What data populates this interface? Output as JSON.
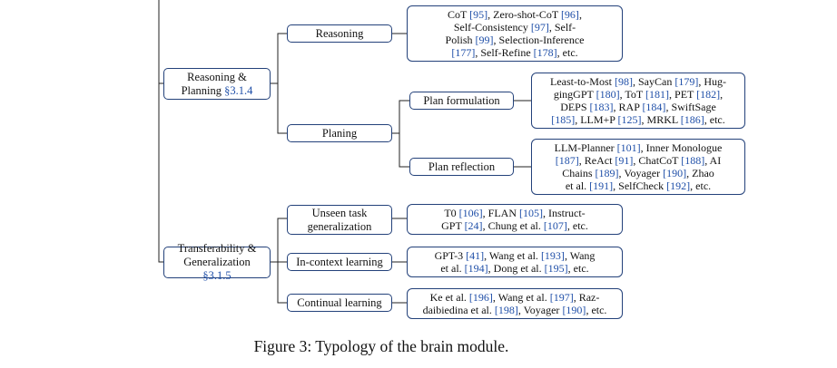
{
  "figure": {
    "caption": "Figure 3: Typology of the brain module."
  },
  "colors": {
    "box_border": "#23417a",
    "line": "#222222",
    "citation": "#1f4fa8"
  },
  "tree": {
    "reasoning_planning": {
      "label": "Reasoning &",
      "label2": "Planning ",
      "section": "§3.1.4",
      "children": {
        "reasoning": {
          "label": "Reasoning",
          "leaf": [
            [
              [
                "CoT ",
                ""
              ],
              [
                "[95]",
                "c"
              ],
              [
                ", Zero-shot-CoT ",
                ""
              ],
              [
                "[96]",
                "c"
              ],
              [
                ",",
                ""
              ]
            ],
            [
              [
                "Self-Consistency ",
                ""
              ],
              [
                "[97]",
                "c"
              ],
              [
                ", Self-",
                ""
              ]
            ],
            [
              [
                "Polish ",
                ""
              ],
              [
                "[99]",
                "c"
              ],
              [
                ", Selection-Inference",
                ""
              ]
            ],
            [
              [
                "[177]",
                "c"
              ],
              [
                ", Self-Refine ",
                ""
              ],
              [
                "[178]",
                "c"
              ],
              [
                ", etc.",
                ""
              ]
            ]
          ]
        },
        "planing": {
          "label": "Planing",
          "children": {
            "plan_formulation": {
              "label": "Plan formulation",
              "leaf": [
                [
                  [
                    "Least-to-Most ",
                    ""
                  ],
                  [
                    "[98]",
                    "c"
                  ],
                  [
                    ", SayCan ",
                    ""
                  ],
                  [
                    "[179]",
                    "c"
                  ],
                  [
                    ", Hug-",
                    ""
                  ]
                ],
                [
                  [
                    "gingGPT ",
                    ""
                  ],
                  [
                    "[180]",
                    "c"
                  ],
                  [
                    ", ToT ",
                    ""
                  ],
                  [
                    "[181]",
                    "c"
                  ],
                  [
                    ", PET ",
                    ""
                  ],
                  [
                    "[182]",
                    "c"
                  ],
                  [
                    ",",
                    ""
                  ]
                ],
                [
                  [
                    "DEPS ",
                    ""
                  ],
                  [
                    "[183]",
                    "c"
                  ],
                  [
                    ", RAP ",
                    ""
                  ],
                  [
                    "[184]",
                    "c"
                  ],
                  [
                    ", SwiftSage",
                    ""
                  ]
                ],
                [
                  [
                    "[185]",
                    "c"
                  ],
                  [
                    ", LLM+P ",
                    ""
                  ],
                  [
                    "[125]",
                    "c"
                  ],
                  [
                    ", MRKL ",
                    ""
                  ],
                  [
                    "[186]",
                    "c"
                  ],
                  [
                    ", etc.",
                    ""
                  ]
                ]
              ]
            },
            "plan_reflection": {
              "label": "Plan reflection",
              "leaf": [
                [
                  [
                    "LLM-Planner ",
                    ""
                  ],
                  [
                    "[101]",
                    "c"
                  ],
                  [
                    ", Inner Monologue",
                    ""
                  ]
                ],
                [
                  [
                    "[187]",
                    "c"
                  ],
                  [
                    ", ReAct ",
                    ""
                  ],
                  [
                    "[91]",
                    "c"
                  ],
                  [
                    ", ChatCoT ",
                    ""
                  ],
                  [
                    "[188]",
                    "c"
                  ],
                  [
                    ", AI",
                    ""
                  ]
                ],
                [
                  [
                    "Chains ",
                    ""
                  ],
                  [
                    "[189]",
                    "c"
                  ],
                  [
                    ", Voyager ",
                    ""
                  ],
                  [
                    "[190]",
                    "c"
                  ],
                  [
                    ", Zhao",
                    ""
                  ]
                ],
                [
                  [
                    "et al. ",
                    ""
                  ],
                  [
                    "[191]",
                    "c"
                  ],
                  [
                    ", SelfCheck ",
                    ""
                  ],
                  [
                    "[192]",
                    "c"
                  ],
                  [
                    ", etc.",
                    ""
                  ]
                ]
              ]
            }
          }
        }
      }
    },
    "transferability": {
      "label": "Transferability &",
      "label2": "Generalization ",
      "section": "§3.1.5",
      "children": {
        "unseen": {
          "label": "Unseen task\ngeneralization",
          "leaf": [
            [
              [
                "T0 ",
                ""
              ],
              [
                "[106]",
                "c"
              ],
              [
                ", FLAN ",
                ""
              ],
              [
                "[105]",
                "c"
              ],
              [
                ", Instruct-",
                ""
              ]
            ],
            [
              [
                "GPT ",
                ""
              ],
              [
                "[24]",
                "c"
              ],
              [
                ", Chung et al. ",
                ""
              ],
              [
                "[107]",
                "c"
              ],
              [
                ", etc.",
                ""
              ]
            ]
          ]
        },
        "in_context": {
          "label": "In-context learning",
          "leaf": [
            [
              [
                "GPT-3 ",
                ""
              ],
              [
                "[41]",
                "c"
              ],
              [
                ", Wang et al. ",
                ""
              ],
              [
                "[193]",
                "c"
              ],
              [
                ", Wang",
                ""
              ]
            ],
            [
              [
                "et al. ",
                ""
              ],
              [
                "[194]",
                "c"
              ],
              [
                ", Dong et al. ",
                ""
              ],
              [
                "[195]",
                "c"
              ],
              [
                ", etc.",
                ""
              ]
            ]
          ]
        },
        "continual": {
          "label": "Continual learning",
          "leaf": [
            [
              [
                "Ke et al. ",
                ""
              ],
              [
                "[196]",
                "c"
              ],
              [
                ", Wang et al. ",
                ""
              ],
              [
                "[197]",
                "c"
              ],
              [
                ", Raz-",
                ""
              ]
            ],
            [
              [
                "daibiedina et al. ",
                ""
              ],
              [
                "[198]",
                "c"
              ],
              [
                ", Voyager ",
                ""
              ],
              [
                "[190]",
                "c"
              ],
              [
                ", etc.",
                ""
              ]
            ]
          ]
        }
      }
    }
  }
}
